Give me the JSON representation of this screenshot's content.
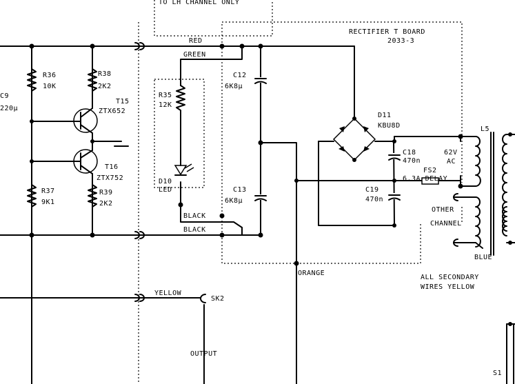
{
  "labels": {
    "top_note": "TO LH CHANNEL ONLY",
    "board_title": "RECTIFIER T BOARD",
    "board_number": "2033-3",
    "c9": "C9",
    "c9_value": "220μ",
    "r36": "R36",
    "r36_value": "10K",
    "r38": "R38",
    "r38_value": "2K2",
    "t15": "T15",
    "t15_type": "ZTX652",
    "t16": "T16",
    "t16_type": "ZTX752",
    "r37": "R37",
    "r37_value": "9K1",
    "r39": "R39",
    "r39_value": "2K2",
    "r35": "R35",
    "r35_value": "12K",
    "d10": "D10",
    "d10_type": "LED",
    "c12": "C12",
    "c12_value": "6K8μ",
    "c13": "C13",
    "c13_value": "6K8μ",
    "d11": "D11",
    "d11_type": "KBU8D",
    "c18": "C18",
    "c18_value": "470n",
    "c19": "C19",
    "c19_value": "470n",
    "fs2": "FS2",
    "fs2_value": "6.3A DELAY",
    "ac_voltage": "62V",
    "ac": "AC",
    "other": "OTHER",
    "channel": "CHANNEL",
    "l5": "L5",
    "blue": "BLUE",
    "secondary_note_1": "ALL SECONDARY",
    "secondary_note_2": "WIRES YELLOW",
    "s1": "S1",
    "red": "RED",
    "green": "GREEN",
    "black_1": "BLACK",
    "black_2": "BLACK",
    "orange": "ORANGE",
    "yellow": "YELLOW",
    "sk2": "SK2",
    "output": "OUTPUT"
  }
}
